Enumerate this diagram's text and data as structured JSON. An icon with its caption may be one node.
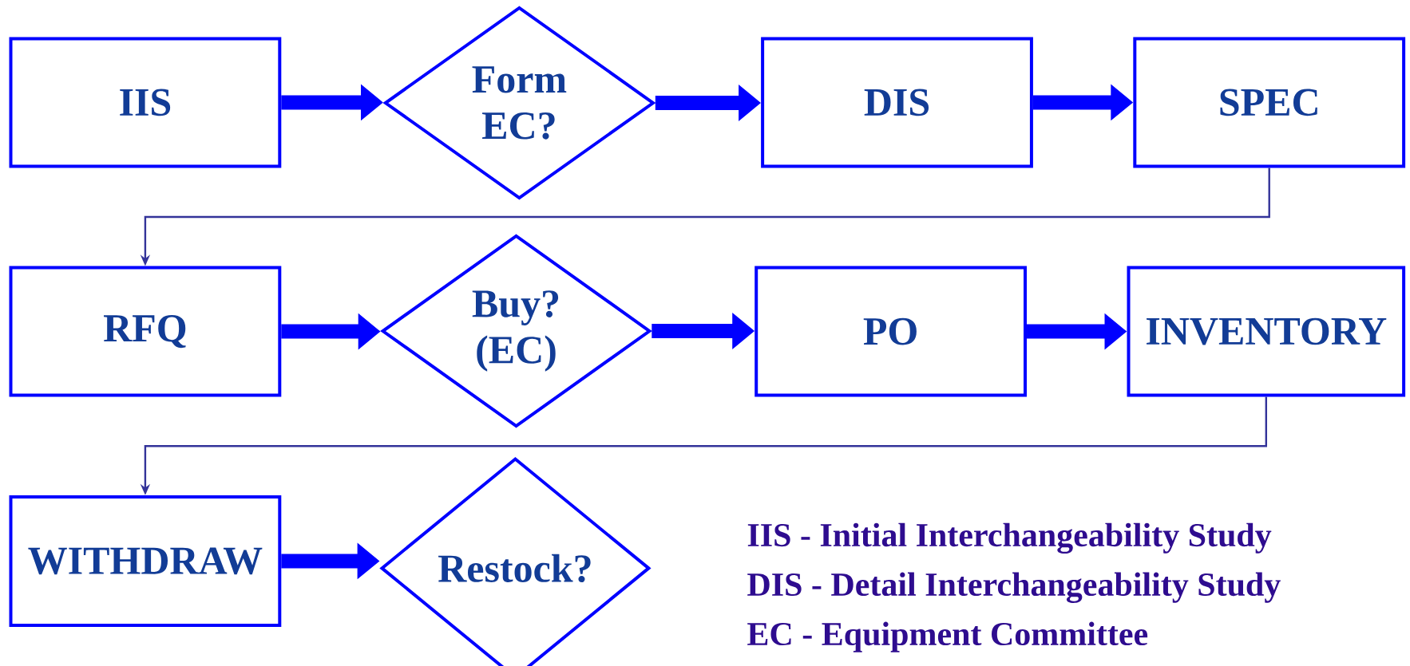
{
  "diagram": {
    "nodes": [
      {
        "text": [
          "IIS"
        ]
      },
      {
        "text": [
          "Form EC?"
        ]
      },
      {
        "text": [
          "DIS"
        ]
      },
      {
        "text": [
          "SPEC"
        ]
      },
      {
        "text": [
          "RFQ"
        ]
      },
      {
        "text": [
          "Buy? (EC)"
        ]
      },
      {
        "text": [
          "PO"
        ]
      },
      {
        "text": [
          "INVENTORY"
        ]
      },
      {
        "text": [
          "WITHDRAW"
        ]
      },
      {
        "text": [
          "Restock?"
        ]
      }
    ],
    "edges": [
      {
        "from": 0,
        "to": 1,
        "arrow": "to"
      },
      {
        "from": 1,
        "to": 2,
        "arrow": "to"
      },
      {
        "from": 2,
        "to": 3,
        "arrow": "to"
      },
      {
        "from": 3,
        "to": 4,
        "arrow": "to",
        "color": "#333399"
      },
      {
        "from": 4,
        "to": 5,
        "arrow": "to"
      },
      {
        "from": 5,
        "to": 6,
        "arrow": "to"
      },
      {
        "from": 6,
        "to": 7,
        "arrow": "to"
      },
      {
        "from": 7,
        "to": 8,
        "arrow": "to",
        "color": "#333399"
      },
      {
        "from": 8,
        "to": 9,
        "arrow": "to"
      }
    ],
    "labels": [
      "IIS - Initial Interchangeability Study",
      "DIS - Detail Interchangeability Study",
      "EC - Equipment Committee"
    ]
  }
}
